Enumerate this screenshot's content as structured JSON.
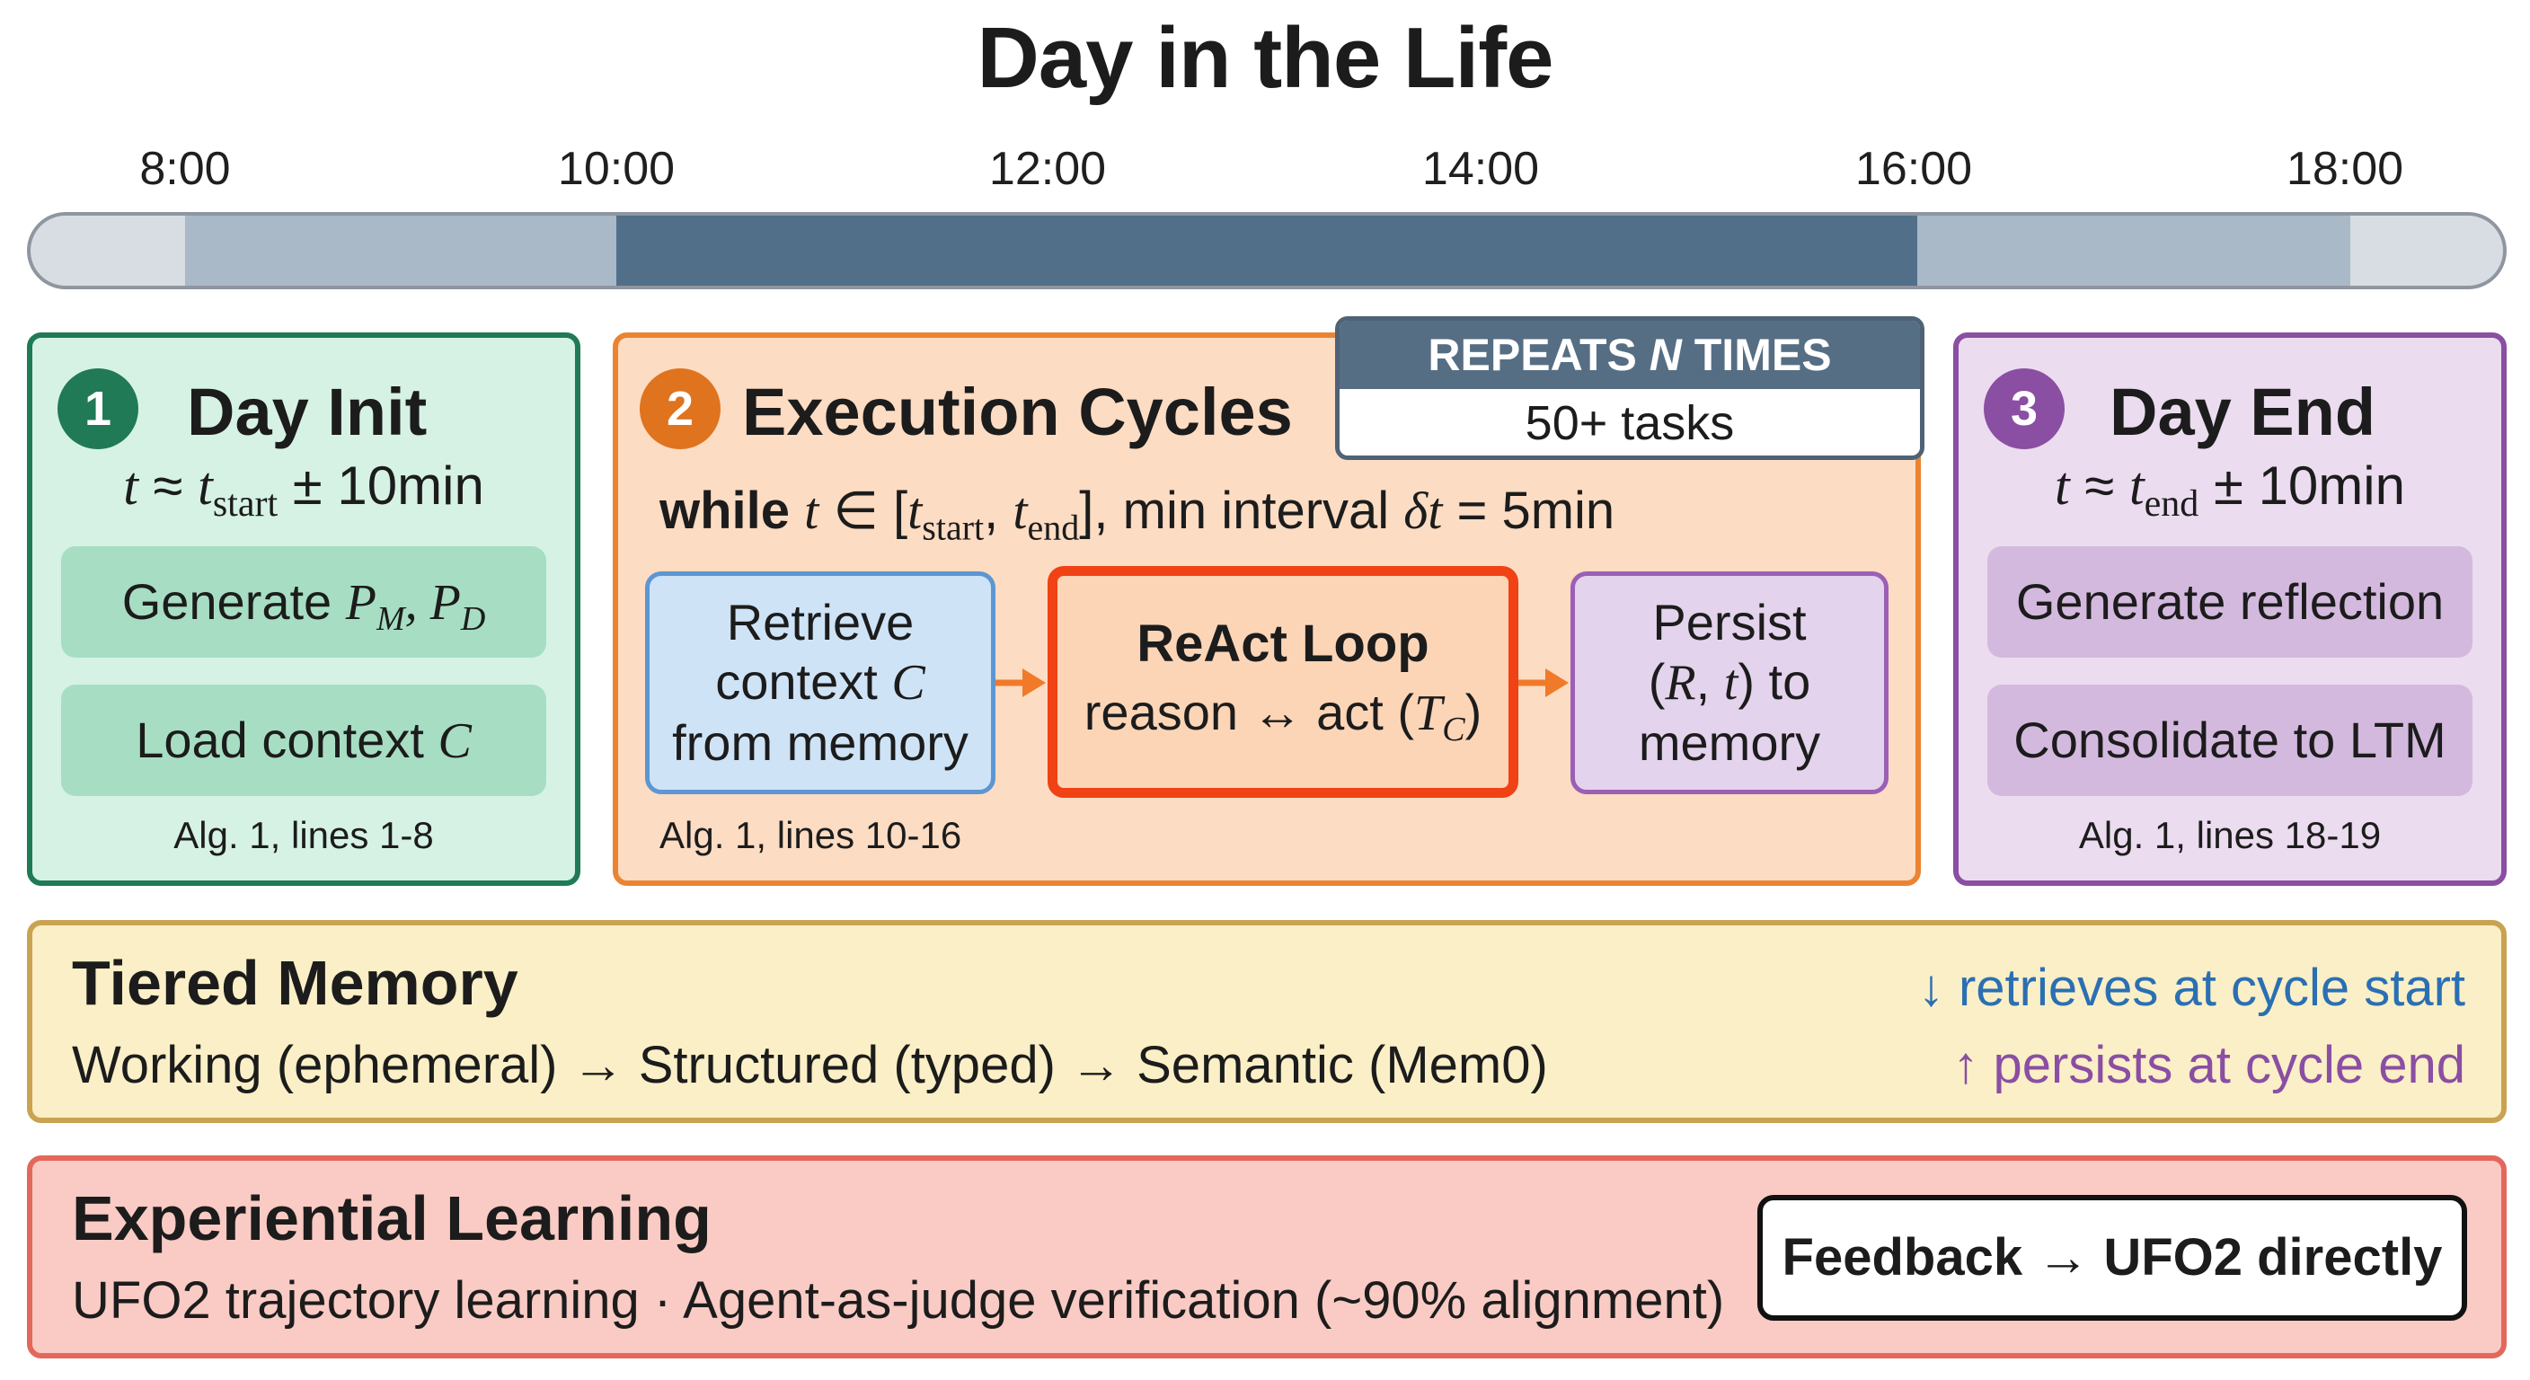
{
  "title": "Day in the Life",
  "timeline": {
    "ticks": [
      "8:00",
      "10:00",
      "12:00",
      "14:00",
      "16:00",
      "18:00"
    ],
    "colors": {
      "track": "#d8dde3",
      "light": "#a9b9c8",
      "dark": "#526f89"
    }
  },
  "day_init": {
    "number": "1",
    "title": "Day Init",
    "timing": "t ≈ t_start ± 10min",
    "steps": [
      "Generate P_M, P_D",
      "Load context C"
    ],
    "reference": "Alg. 1, lines 1-8",
    "color": "#1f7a55"
  },
  "execution": {
    "number": "2",
    "title": "Execution Cycles",
    "repeat_label": "REPEATS N TIMES",
    "repeat_detail": "50+ tasks",
    "condition": "while t ∈ [t_start, t_end], min interval δt = 5min",
    "retrieve": "Retrieve context C from memory",
    "react_title": "ReAct Loop",
    "react_detail": "reason ↔ act (T_C)",
    "persist": "Persist (R, t) to memory",
    "reference": "Alg. 1, lines 10-16",
    "color": "#ea8432"
  },
  "day_end": {
    "number": "3",
    "title": "Day End",
    "timing": "t ≈ t_end ± 10min",
    "steps": [
      "Generate reflection",
      "Consolidate to LTM"
    ],
    "reference": "Alg. 1, lines 18-19",
    "color": "#8a4ea3"
  },
  "memory": {
    "title": "Tiered Memory",
    "tiers": "Working (ephemeral) → Structured (typed) → Semantic (Mem0)",
    "retrieve_note": "↓ retrieves at cycle start",
    "persist_note": "↑ persists at cycle end"
  },
  "learning": {
    "title": "Experiential Learning",
    "detail": "UFO2 trajectory learning · Agent-as-judge verification (~90% alignment)",
    "feedback": "Feedback → UFO2 directly"
  }
}
